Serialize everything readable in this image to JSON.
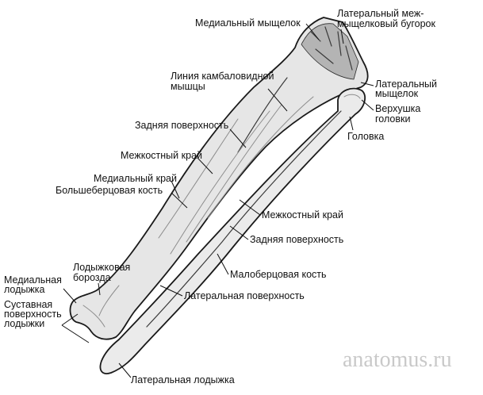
{
  "labels": {
    "medial_condyle": "Медиальный мыщелок",
    "lateral_intercondylar_tubercle": [
      "Латеральный меж-",
      "мыщелковый бугорок"
    ],
    "soleal_line": [
      "Линия камбаловидной",
      "мышцы"
    ],
    "lateral_condyle": [
      "Латеральный",
      "мыщелок"
    ],
    "head_apex": [
      "Верхушка",
      "головки"
    ],
    "head": "Головка",
    "tibia_posterior_surface": "Задняя поверхность",
    "tibia_interosseous_border": "Межкостный край",
    "medial_border": "Медиальный край",
    "tibia": "Большеберцовая кость",
    "fibula_interosseous_border": "Межкостный край",
    "fibula_posterior_surface": "Задняя поверхность",
    "malleolar_groove": [
      "Лодыжковая",
      "борозда"
    ],
    "medial_malleolus": [
      "Медиальная",
      "лодыжка"
    ],
    "fibula": "Малоберцовая кость",
    "lateral_surface": "Латеральная поверхность",
    "malleolar_articular_surface": [
      "Суставная",
      "поверхность",
      "лодыжки"
    ],
    "lateral_malleolus": "Латеральная лодыжка"
  },
  "watermark": "anatomus.ru",
  "colors": {
    "background": "#ffffff",
    "bone_fill": "#e6e6e6",
    "bone_outline": "#1a1a1a",
    "text": "#111111",
    "watermark": "#c9c9c9"
  }
}
